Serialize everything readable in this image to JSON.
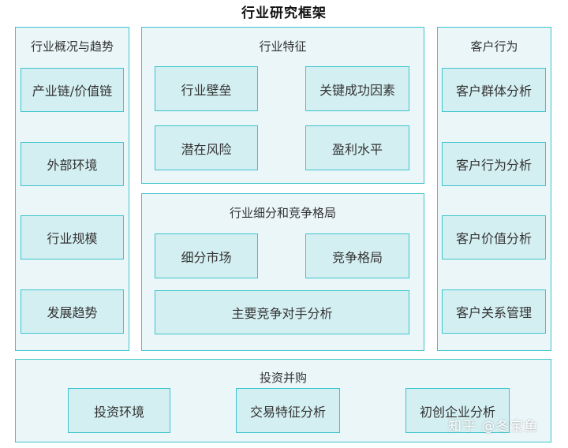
{
  "title": "行业研究框架",
  "left_panel": {
    "title": "行业概况与趋势",
    "items": [
      "产业链/价值链",
      "外部环境",
      "行业规模",
      "发展趋势"
    ]
  },
  "center_top_panel": {
    "title": "行业特征",
    "items": [
      "行业壁垒",
      "关键成功因素",
      "潜在风险",
      "盈利水平"
    ]
  },
  "center_bottom_panel": {
    "title": "行业细分和竞争格局",
    "items": [
      "细分市场",
      "竞争格局",
      "主要竞争对手分析"
    ]
  },
  "right_panel": {
    "title": "客户行为",
    "items": [
      "客户群体分析",
      "客户行为分析",
      "客户价值分析",
      "客户关系管理"
    ]
  },
  "bottom_panel": {
    "title": "投资并购",
    "items": [
      "投资环境",
      "交易特征分析",
      "初创企业分析"
    ]
  },
  "watermark": "知乎 @冬宝鱼",
  "colors": {
    "panel_fill": "#eaf6f8",
    "box_fill": "#d4eff2",
    "border": "#3cc4ce"
  }
}
